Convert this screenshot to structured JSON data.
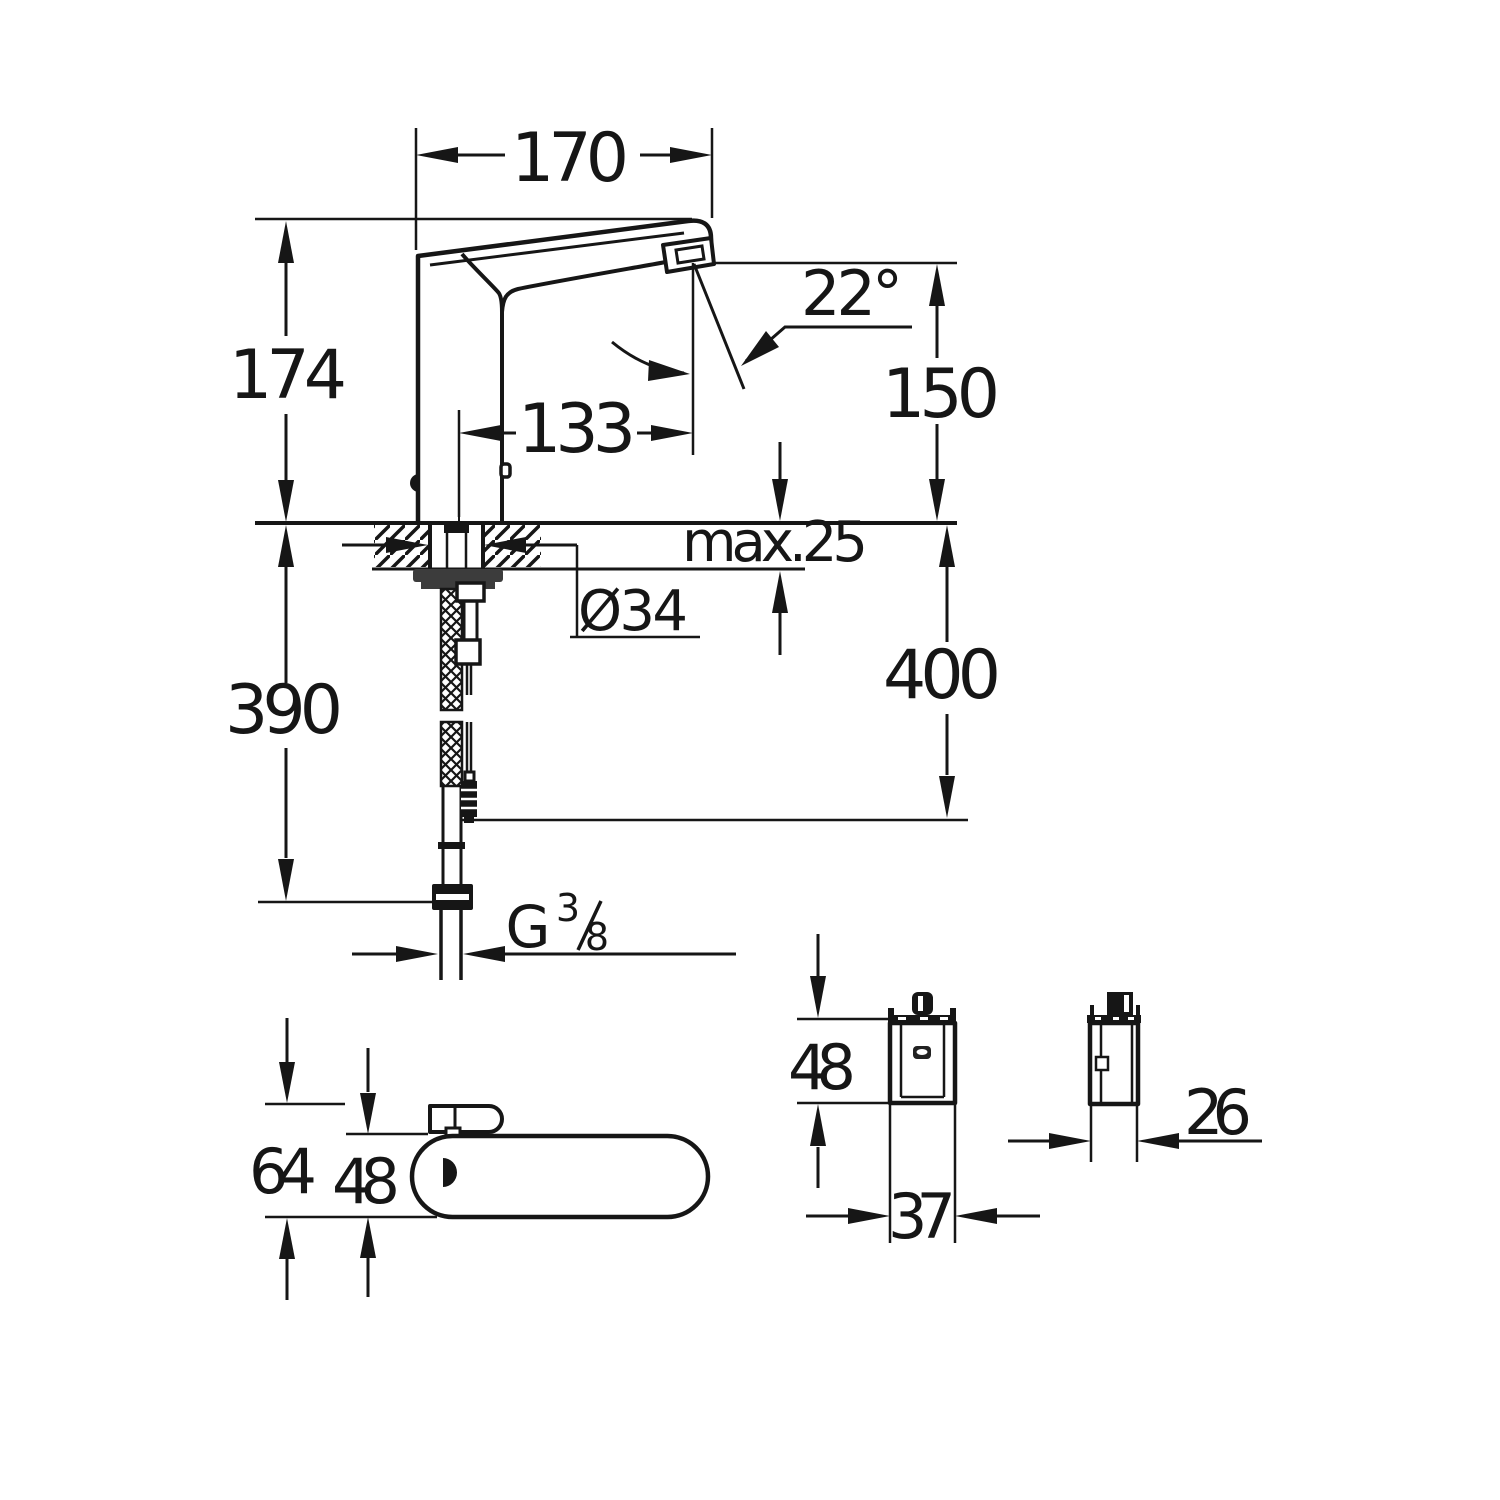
{
  "page": {
    "background": "#ffffff",
    "ink_color": "#161616"
  },
  "drawing": {
    "type": "technical-dimension-drawing",
    "subject": "deck-mounted infrared sensor basin faucet with flexible supply hose and external battery box",
    "views": [
      "side-elevation",
      "plan-top-view",
      "battery-box-front",
      "battery-box-side"
    ],
    "units": "mm"
  },
  "labels": {
    "spout_reach": "170",
    "height_above_deck": "174",
    "sensor_distance": "133",
    "stream_angle": "22°",
    "outlet_height": "150",
    "deck_thickness": "max.25",
    "hole_diameter": "Ø34",
    "hose_length_left": "390",
    "hose_length_right": "400",
    "thread_letter": "G",
    "thread_numerator": "3",
    "thread_denominator": "8",
    "thread_full": "G 3/8",
    "plan_depth_overall": "64",
    "plan_depth_body": "48",
    "battery_box_height": "48",
    "battery_box_width": "37",
    "battery_box_depth": "26"
  }
}
